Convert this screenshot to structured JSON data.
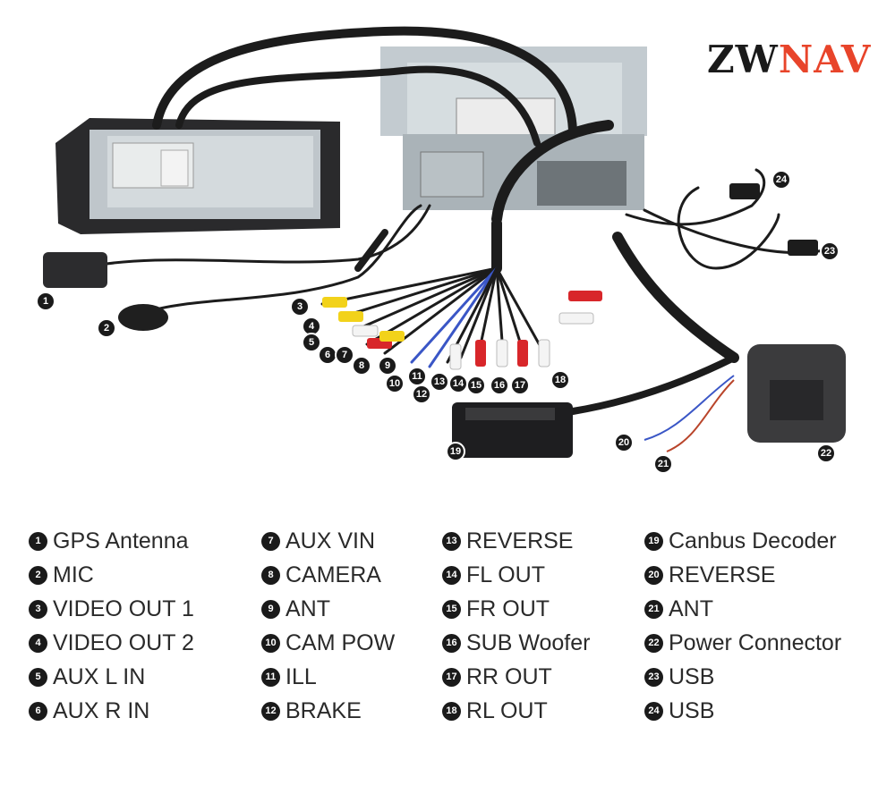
{
  "brand": {
    "part1": "ZW",
    "part2": "NAV"
  },
  "callouts": [
    "1",
    "2",
    "3",
    "4",
    "5",
    "6",
    "7",
    "8",
    "9",
    "10",
    "11",
    "12",
    "13",
    "14",
    "15",
    "16",
    "17",
    "18",
    "19",
    "20",
    "21",
    "22",
    "23",
    "24"
  ],
  "legend": [
    {
      "num": "1",
      "label": "GPS Antenna"
    },
    {
      "num": "2",
      "label": "MIC"
    },
    {
      "num": "3",
      "label": "VIDEO OUT 1"
    },
    {
      "num": "4",
      "label": "VIDEO OUT 2"
    },
    {
      "num": "5",
      "label": "AUX L IN"
    },
    {
      "num": "6",
      "label": "AUX R IN"
    },
    {
      "num": "7",
      "label": "AUX VIN"
    },
    {
      "num": "8",
      "label": "CAMERA"
    },
    {
      "num": "9",
      "label": "ANT"
    },
    {
      "num": "10",
      "label": "CAM POW"
    },
    {
      "num": "11",
      "label": "ILL"
    },
    {
      "num": "12",
      "label": "BRAKE"
    },
    {
      "num": "13",
      "label": "REVERSE"
    },
    {
      "num": "14",
      "label": "FL OUT"
    },
    {
      "num": "15",
      "label": "FR OUT"
    },
    {
      "num": "16",
      "label": "SUB Woofer"
    },
    {
      "num": "17",
      "label": "RR OUT"
    },
    {
      "num": "18",
      "label": "RL OUT"
    },
    {
      "num": "19",
      "label": "Canbus Decoder"
    },
    {
      "num": "20",
      "label": "REVERSE"
    },
    {
      "num": "21",
      "label": "ANT"
    },
    {
      "num": "22",
      "label": "Power Connector"
    },
    {
      "num": "23",
      "label": "USB"
    },
    {
      "num": "24",
      "label": "USB"
    }
  ],
  "colors": {
    "cable": "#1c1c1c",
    "rca_yellow": "#f2d21a",
    "rca_red": "#d8262a",
    "rca_white": "#f4f4f4",
    "metal": "#c9cfd4",
    "accent": "#e8442a"
  }
}
